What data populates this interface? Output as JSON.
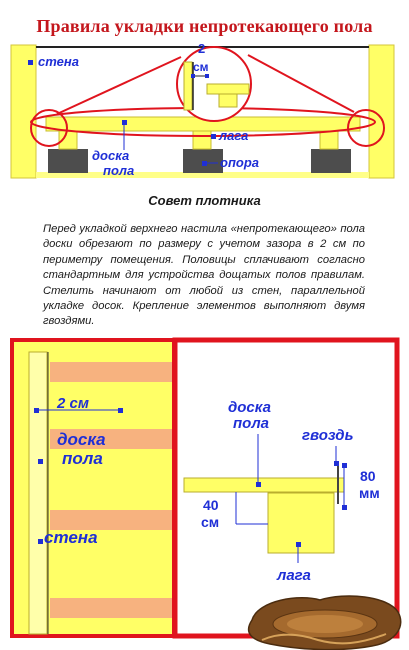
{
  "title": "Правила укладки непротекающего пола",
  "top_diagram": {
    "label_wall": "стена",
    "label_gap_number": "2",
    "label_gap_unit": "см",
    "label_lag": "лага",
    "label_board_line1": "доска",
    "label_board_line2": "пола",
    "label_support": "опора"
  },
  "subtitle": "Совет плотника",
  "paragraph": "Перед укладкой верхнего настила «непротекающего» пола доски обрезают по размеру с учетом зазора в 2 см по периметру помещения. Половицы сплачивают согласно стандартным для устройства дощатых полов правилам. Стелить начинают от любой из стен, параллельной укладке досок. Крепление элементов выполняют двумя гвоздями.",
  "bottom_left": {
    "label_gap": "2 см",
    "label_board_line1": "доска",
    "label_board_line2": "пола",
    "label_wall": "стена"
  },
  "bottom_right": {
    "label_board_line1": "доска",
    "label_board_line2": "пола",
    "label_nail": "гвоздь",
    "label_height_number": "80",
    "label_height_unit": "мм",
    "label_gap_number": "40",
    "label_gap_unit": "см",
    "label_lag": "лага"
  },
  "colors": {
    "title": "#c4161c",
    "wall_yellow": "#ffff66",
    "support_gray": "#4d4d4d",
    "lag_orange": "#f7b27f",
    "frame_red": "#e0141e",
    "marker_blue": "#1f2fd6",
    "label_blue": "#1f2fd6"
  }
}
